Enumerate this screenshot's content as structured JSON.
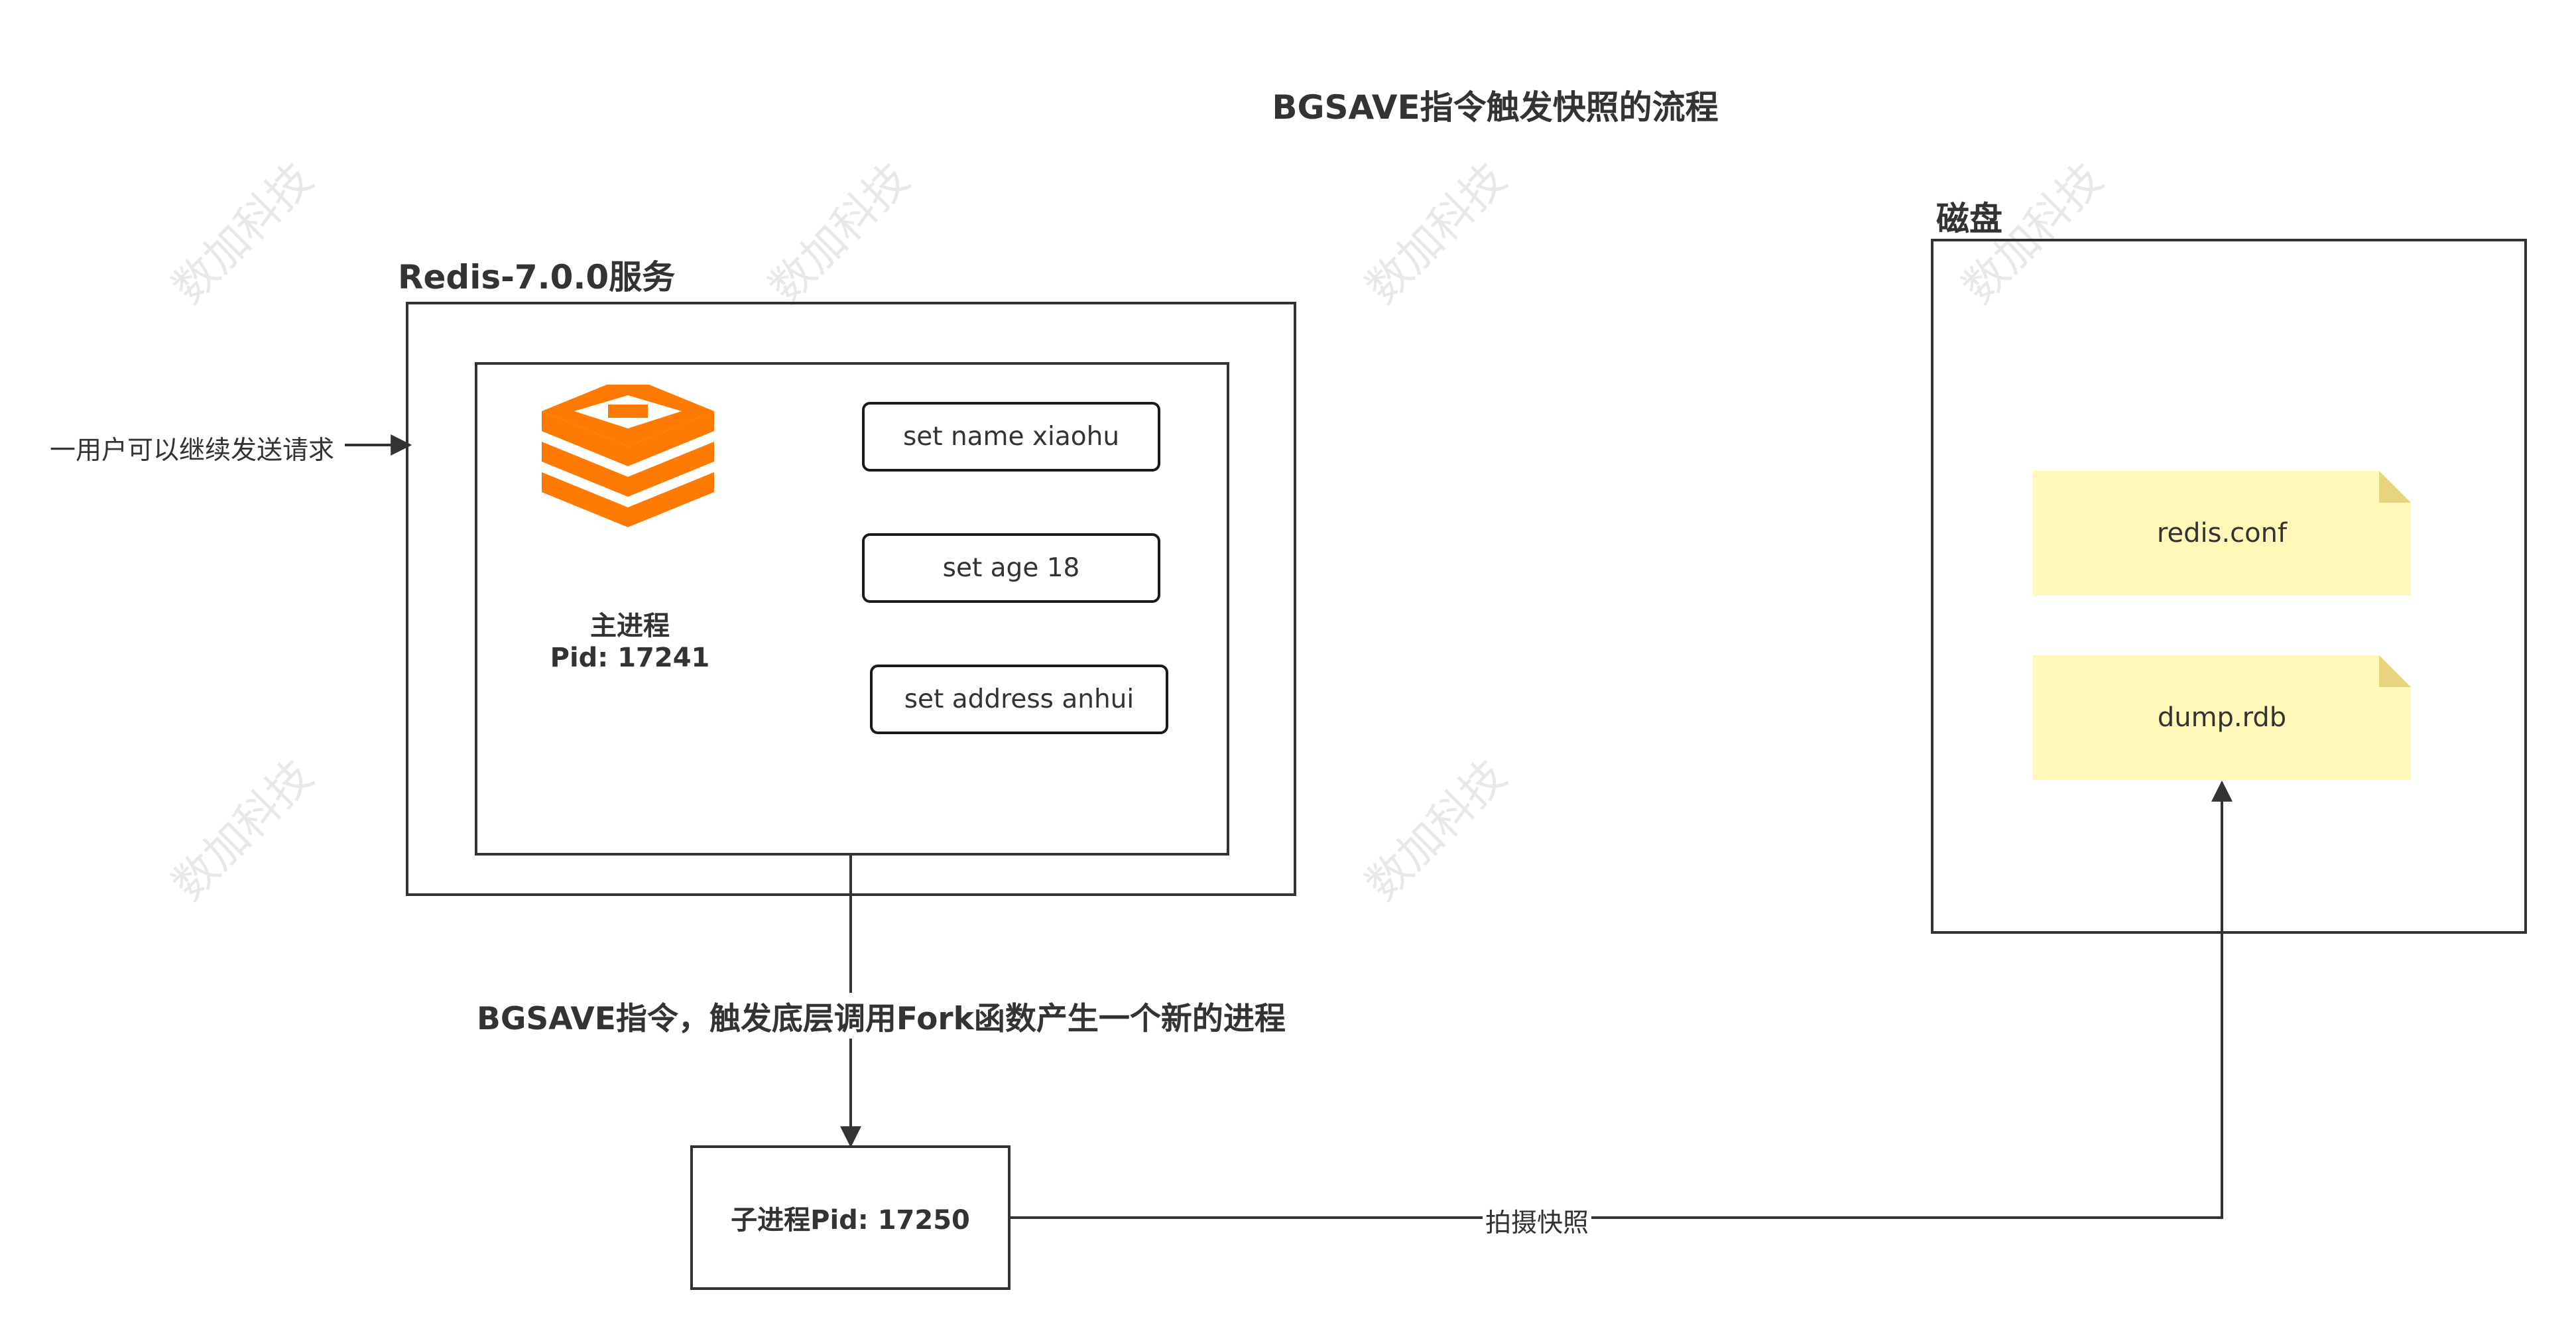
{
  "title": "BGSAVE指令触发快照的流程",
  "service": {
    "label": "Redis-7.0.0服务"
  },
  "main_process": {
    "name": "主进程",
    "pid": "Pid: 17241",
    "commands": [
      "set name xiaohu",
      "set age 18",
      "set address anhui"
    ]
  },
  "disk": {
    "label": "磁盘",
    "files": [
      "redis.conf",
      "dump.rdb"
    ]
  },
  "child_process": {
    "label": "子进程Pid: 17250"
  },
  "edges": {
    "user_request": "一用户可以继续发送请求",
    "fork": "BGSAVE指令，触发底层调用Fork函数产生一个新的进程",
    "snapshot": "拍摄快照"
  },
  "watermark": "数加科技",
  "colors": {
    "stroke": "#333333",
    "redis_logo": "#ff7a00",
    "note_fill": "#fff8b8",
    "note_fold": "#e6d480"
  },
  "icons": {
    "redis_logo": "redis-logo-icon"
  }
}
